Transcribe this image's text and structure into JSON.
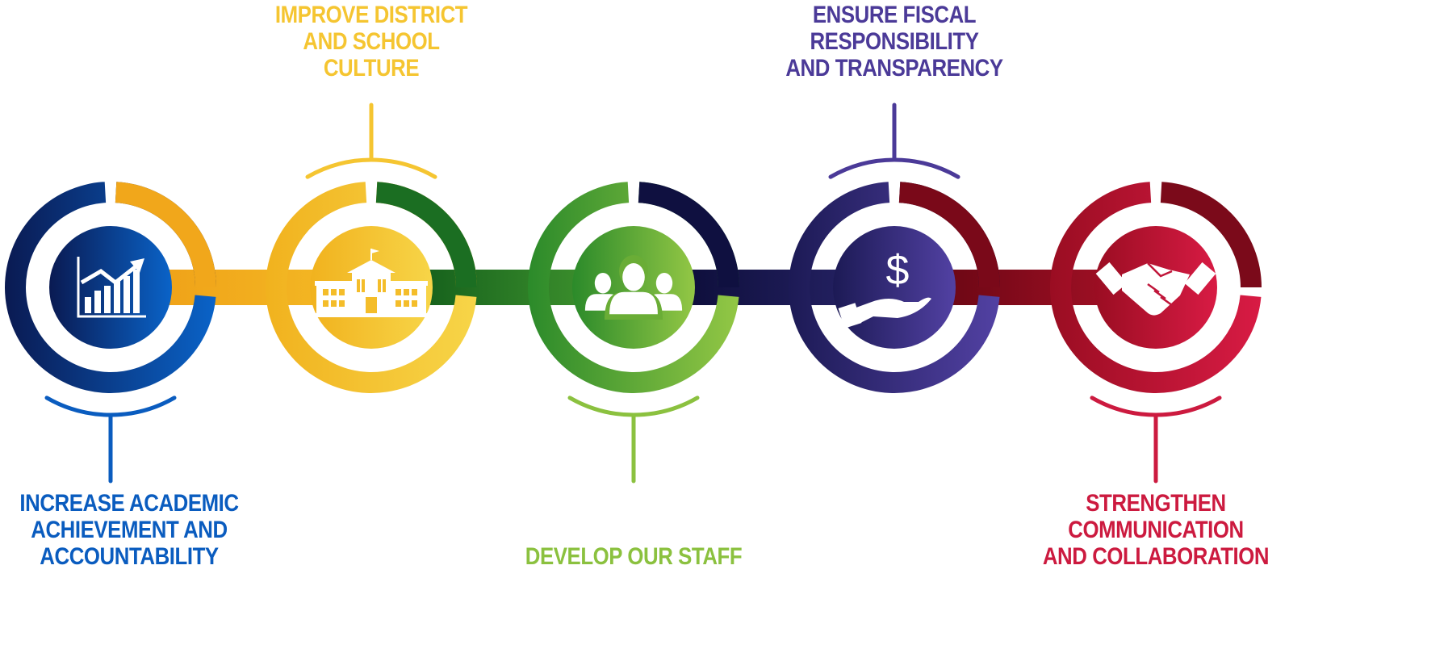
{
  "goals": [
    {
      "label_lines": [
        "INCREASE ACADEMIC",
        "ACHIEVEMENT AND",
        "ACCOUNTABILITY"
      ],
      "icon": "chart-growth-icon",
      "color": "#0a5cbf",
      "dark_color": "#0b1f5a",
      "label_position": "bottom"
    },
    {
      "label_lines": [
        "IMPROVE DISTRICT",
        "AND SCHOOL",
        "CULTURE"
      ],
      "icon": "school-building-icon",
      "color": "#f5c531",
      "dark_color": "#f0a218",
      "label_position": "top"
    },
    {
      "label_lines": [
        "DEVELOP OUR STAFF"
      ],
      "icon": "people-group-icon",
      "color": "#8bc13f",
      "dark_color": "#1b6e22",
      "label_position": "bottom"
    },
    {
      "label_lines": [
        "ENSURE FISCAL",
        "RESPONSIBILITY",
        "AND TRANSPARENCY"
      ],
      "icon": "hand-dollar-icon",
      "color": "#4b3a98",
      "dark_color": "#14123f",
      "label_position": "top"
    },
    {
      "label_lines": [
        "STRENGTHEN",
        "COMMUNICATION",
        "AND COLLABORATION"
      ],
      "icon": "handshake-icon",
      "color": "#cc1a3f",
      "dark_color": "#7b0a1a",
      "label_position": "bottom"
    }
  ]
}
